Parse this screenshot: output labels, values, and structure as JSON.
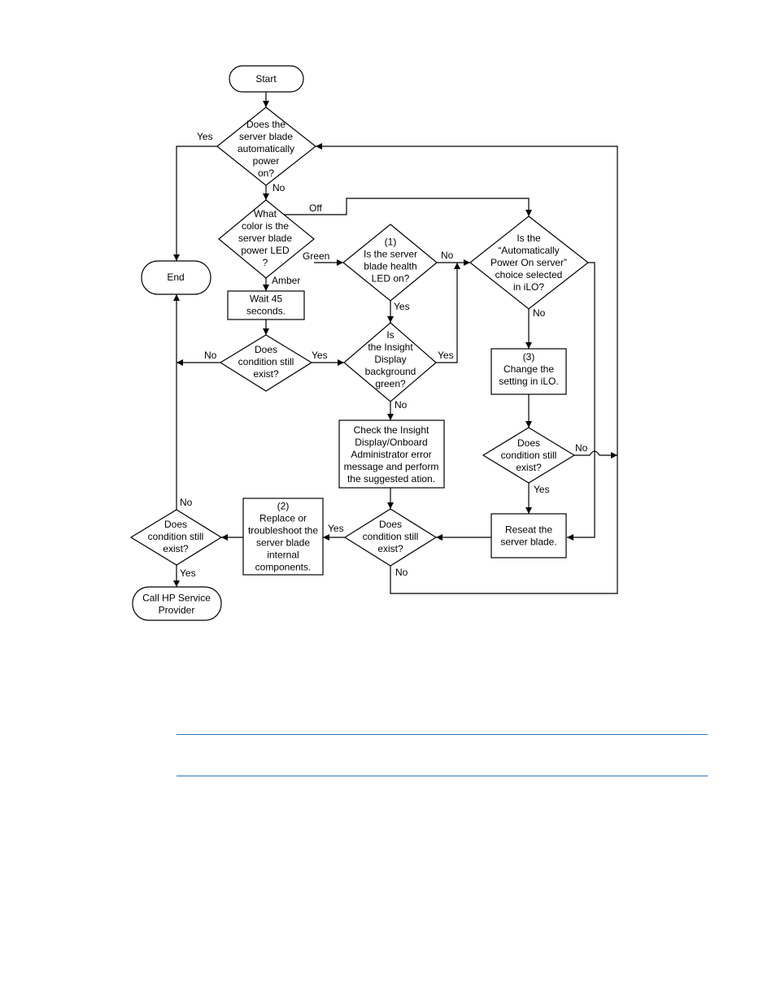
{
  "colors": {
    "stroke": "#000000",
    "note_rule": "#2e74b5"
  },
  "nodes": {
    "start": [
      "Start"
    ],
    "q_auto_power": [
      "Does the",
      "server blade",
      "automatically",
      "power",
      "on?"
    ],
    "end": [
      "End"
    ],
    "q_led_color": [
      "What",
      "color is the",
      "server blade",
      "power LED",
      "?"
    ],
    "wait": [
      "Wait 45",
      "seconds."
    ],
    "q_cond_1": [
      "Does",
      "condition still",
      "exist?"
    ],
    "q_health_led": [
      "(1)",
      "Is the server",
      "blade health",
      "LED on?"
    ],
    "q_insight_green": [
      "Is",
      "the Insight",
      "Display",
      "background",
      "green?"
    ],
    "check_insight": [
      "Check the Insight",
      "Display/Onboard",
      "Administrator error",
      "message and perform",
      "the suggested ation."
    ],
    "q_ilo_choice": [
      "Is the",
      "“Automatically",
      "Power On server”",
      "choice selected",
      "in iLO?"
    ],
    "change_setting": [
      "(3)",
      "Change the",
      "setting in iLO."
    ],
    "q_cond_2": [
      "Does",
      "condition still",
      "exist?"
    ],
    "reseat": [
      "Reseat the",
      "server blade."
    ],
    "q_cond_3": [
      "Does",
      "condition still",
      "exist?"
    ],
    "replace": [
      "(2)",
      "Replace or",
      "troubleshoot the",
      "server blade",
      "internal",
      "components."
    ],
    "q_cond_4": [
      "Does",
      "condition still",
      "exist?"
    ],
    "call_hp": [
      "Call HP Service",
      "Provider"
    ]
  },
  "edge_labels": {
    "auto_power_yes": "Yes",
    "auto_power_no": "No",
    "led_off": "Off",
    "led_green": "Green",
    "led_amber": "Amber",
    "health_no": "No",
    "health_yes": "Yes",
    "cond1_no": "No",
    "cond1_yes": "Yes",
    "insight_yes": "Yes",
    "insight_no": "No",
    "ilo_no": "No",
    "cond2_no": "No",
    "cond2_yes": "Yes",
    "cond3_yes": "Yes",
    "cond3_no": "No",
    "cond4_no": "No",
    "cond4_yes": "Yes"
  }
}
